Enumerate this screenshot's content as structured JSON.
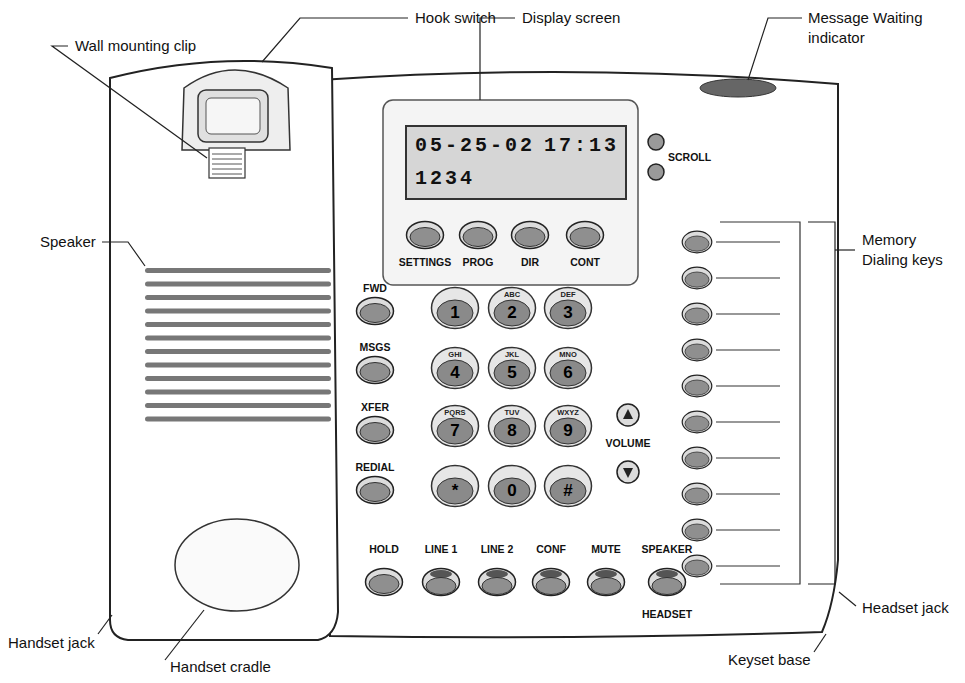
{
  "diagram": {
    "nodes": [
      {
        "text": [
          "05-25-02",
          "17:13",
          "1234"
        ]
      },
      {
        "text": [
          "1"
        ]
      },
      {
        "text": [
          "ABC",
          "2"
        ]
      },
      {
        "text": [
          "DEF",
          "3"
        ]
      },
      {
        "text": [
          "GHI",
          "4"
        ]
      },
      {
        "text": [
          "JKL",
          "5"
        ]
      },
      {
        "text": [
          "MNO",
          "6"
        ]
      },
      {
        "text": [
          "PQRS",
          "7"
        ]
      },
      {
        "text": [
          "TUV",
          "8"
        ]
      },
      {
        "text": [
          "WXYZ",
          "9"
        ]
      },
      {
        "text": [
          "*"
        ]
      },
      {
        "text": [
          "0"
        ]
      },
      {
        "text": [
          "#"
        ]
      }
    ],
    "labels": [
      "Hook switch",
      "Wall mounting clip",
      "Display screen",
      "Message Waiting indicator",
      "SCROLL",
      "Speaker",
      "Memory Dialing keys",
      "SETTINGS",
      "PROG",
      "DIR",
      "CONT",
      "FWD",
      "MSGS",
      "XFER",
      "REDIAL",
      "VOLUME",
      "HOLD",
      "LINE 1",
      "LINE 2",
      "CONF",
      "MUTE",
      "SPEAKER",
      "HEADSET",
      "Handset jack",
      "Headset jack",
      "Keyset base",
      "Handset cradle"
    ]
  }
}
